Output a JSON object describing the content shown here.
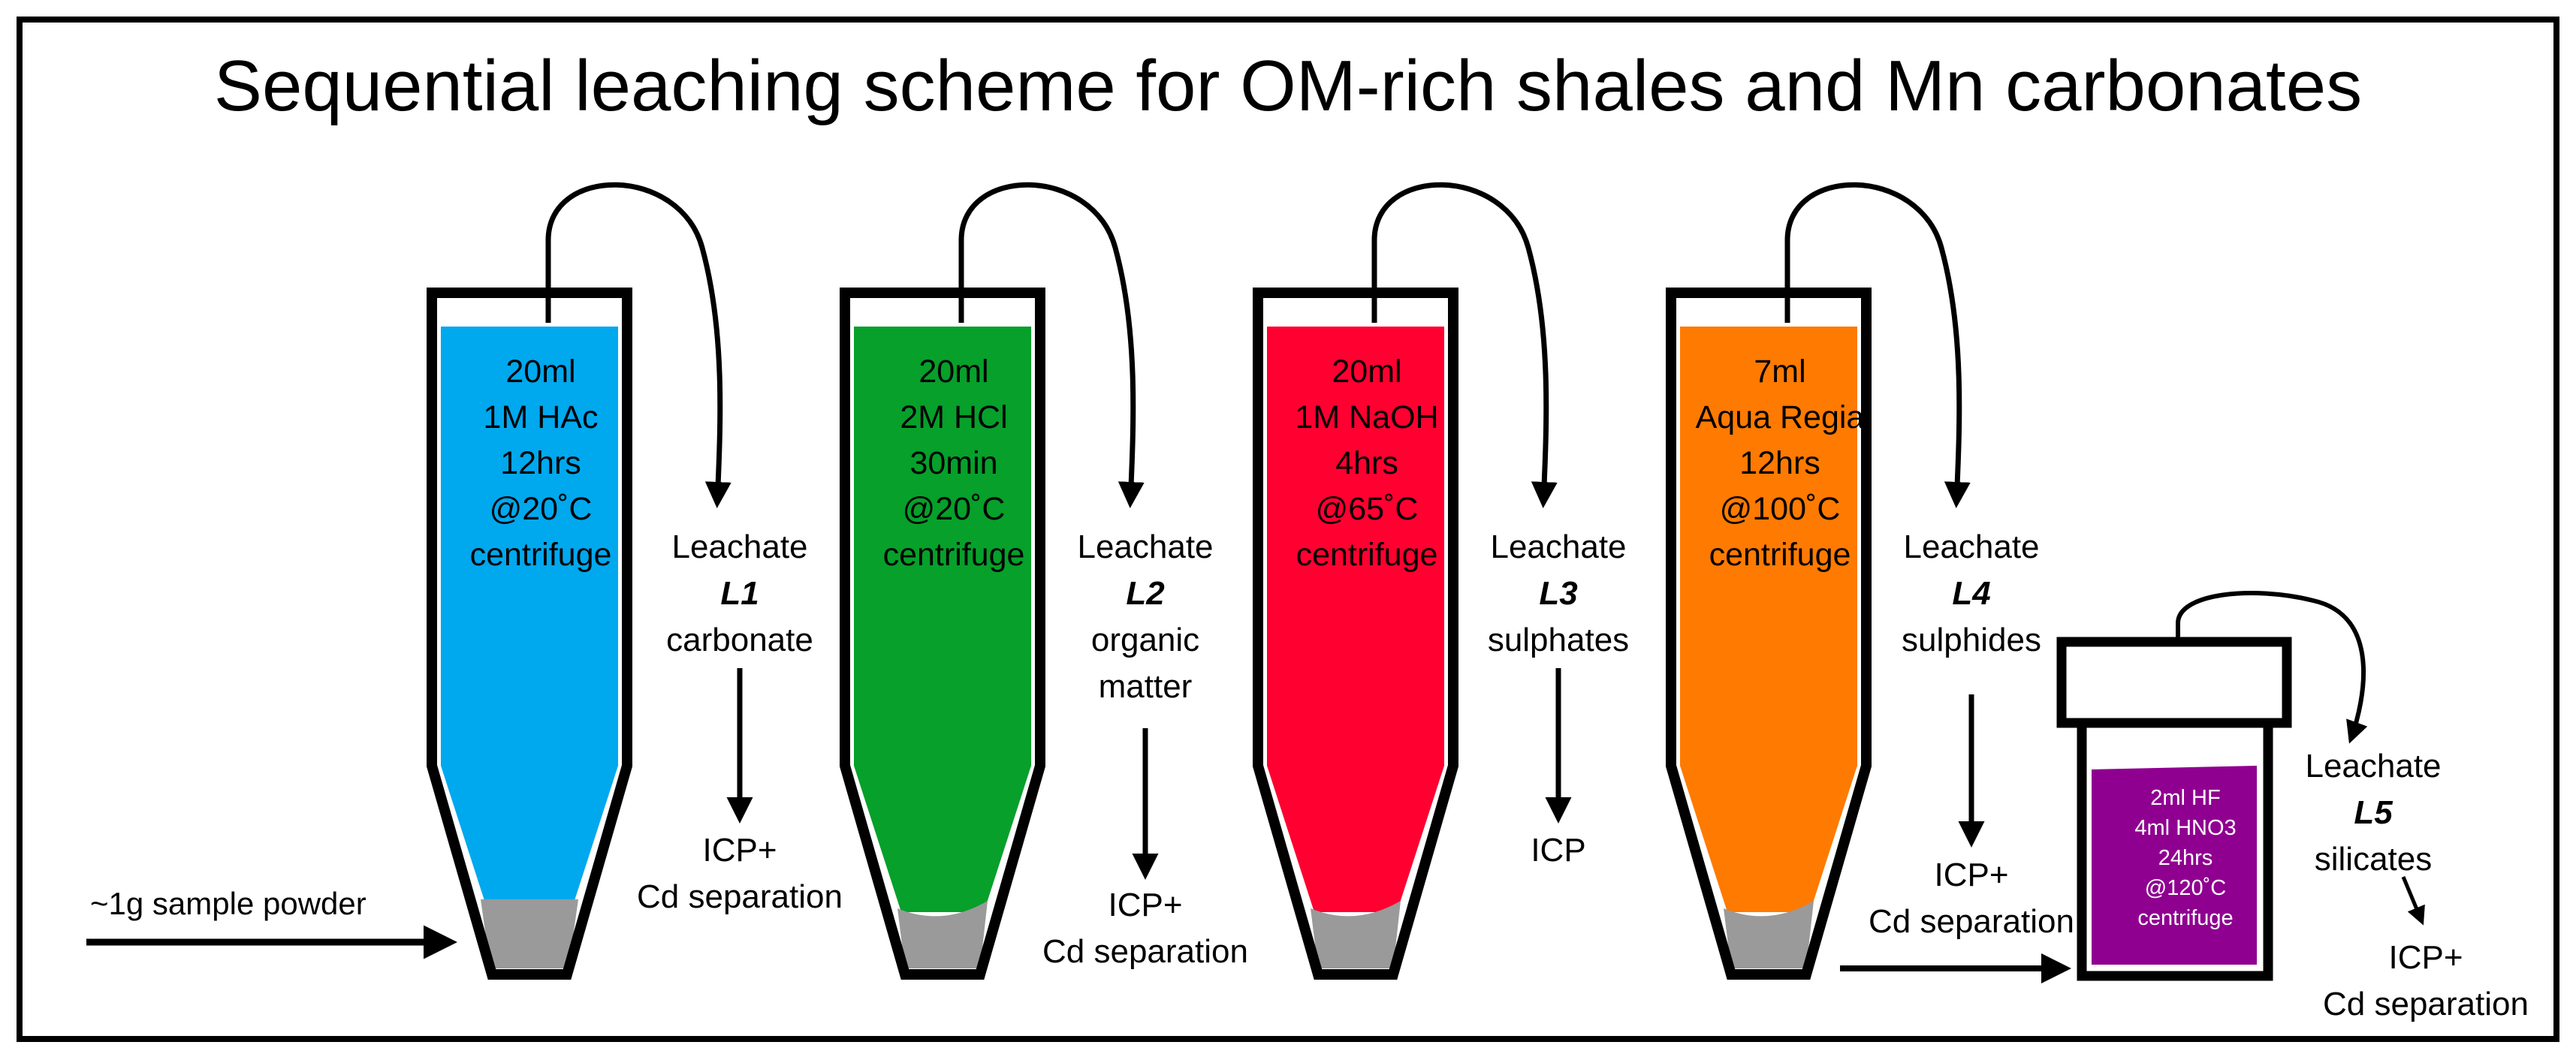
{
  "title": "Sequential leaching scheme for OM-rich shales and Mn carbonates",
  "sample_label": "~1g sample powder",
  "colors": {
    "outline": "#000000",
    "residue": "#9a9a9a",
    "tube_1": "#00a8ee",
    "tube_2": "#06a02a",
    "tube_3": "#ff0030",
    "tube_4": "#ff7a00",
    "vessel_5": "#8f0090",
    "vessel_text": "#ffffff"
  },
  "tubes": [
    {
      "lines": [
        "20ml",
        "1M HAc",
        "12hrs",
        "@20˚C",
        "centrifuge"
      ],
      "leachate": {
        "label": "Leachate",
        "code": "L1",
        "fraction": [
          "carbonate"
        ]
      },
      "analysis": [
        "ICP+",
        "Cd separation"
      ]
    },
    {
      "lines": [
        "20ml",
        "2M HCl",
        "30min",
        "@20˚C",
        "centrifuge"
      ],
      "leachate": {
        "label": "Leachate",
        "code": "L2",
        "fraction": [
          "organic",
          "matter"
        ]
      },
      "analysis": [
        "ICP+",
        "Cd separation"
      ]
    },
    {
      "lines": [
        "20ml",
        "1M NaOH",
        "4hrs",
        "@65˚C",
        "centrifuge"
      ],
      "leachate": {
        "label": "Leachate",
        "code": "L3",
        "fraction": [
          "sulphates"
        ]
      },
      "analysis": [
        "ICP"
      ]
    },
    {
      "lines": [
        "7ml",
        "Aqua Regia",
        "12hrs",
        "@100˚C",
        "centrifuge"
      ],
      "leachate": {
        "label": "Leachate",
        "code": "L4",
        "fraction": [
          "sulphides"
        ]
      },
      "analysis": [
        "ICP+",
        "Cd separation"
      ]
    }
  ],
  "vessel": {
    "lines": [
      "2ml HF",
      "4ml HNO3",
      "24hrs",
      "@120˚C",
      "centrifuge"
    ],
    "leachate": {
      "label": "Leachate",
      "code": "L5",
      "fraction": [
        "silicates"
      ]
    },
    "analysis": [
      "ICP+",
      "Cd separation"
    ]
  }
}
